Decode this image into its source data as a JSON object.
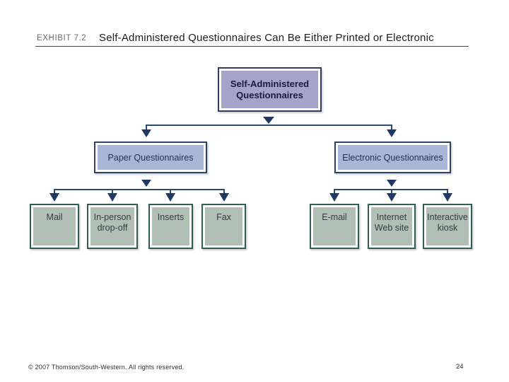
{
  "header": {
    "exhibit": "EXHIBIT 7.2",
    "title": "Self-Administered Questionnaires Can Be Either Printed or Electronic"
  },
  "diagram": {
    "root": {
      "label": "Self-Administered Questionnaires"
    },
    "branches": [
      {
        "label": "Paper Questionnaires",
        "children": [
          "Mail",
          "In-person drop-off",
          "Inserts",
          "Fax"
        ]
      },
      {
        "label": "Electronic Questionnaires",
        "children": [
          "E-mail",
          "Internet Web site",
          "Interactive kiosk"
        ]
      }
    ]
  },
  "footer": {
    "copyright": "© 2007 Thomson/South-Western. All rights reserved.",
    "page": "24"
  },
  "colors": {
    "root_fill": "#a5a3c7",
    "root_border": "#333a63",
    "branch_fill": "#a9b7d6",
    "branch_border": "#2e4169",
    "leaf_fill": "#b1bfb5",
    "leaf_border": "#2e5f55",
    "connector": "#2c4a6e",
    "arrow": "#1f3864"
  }
}
